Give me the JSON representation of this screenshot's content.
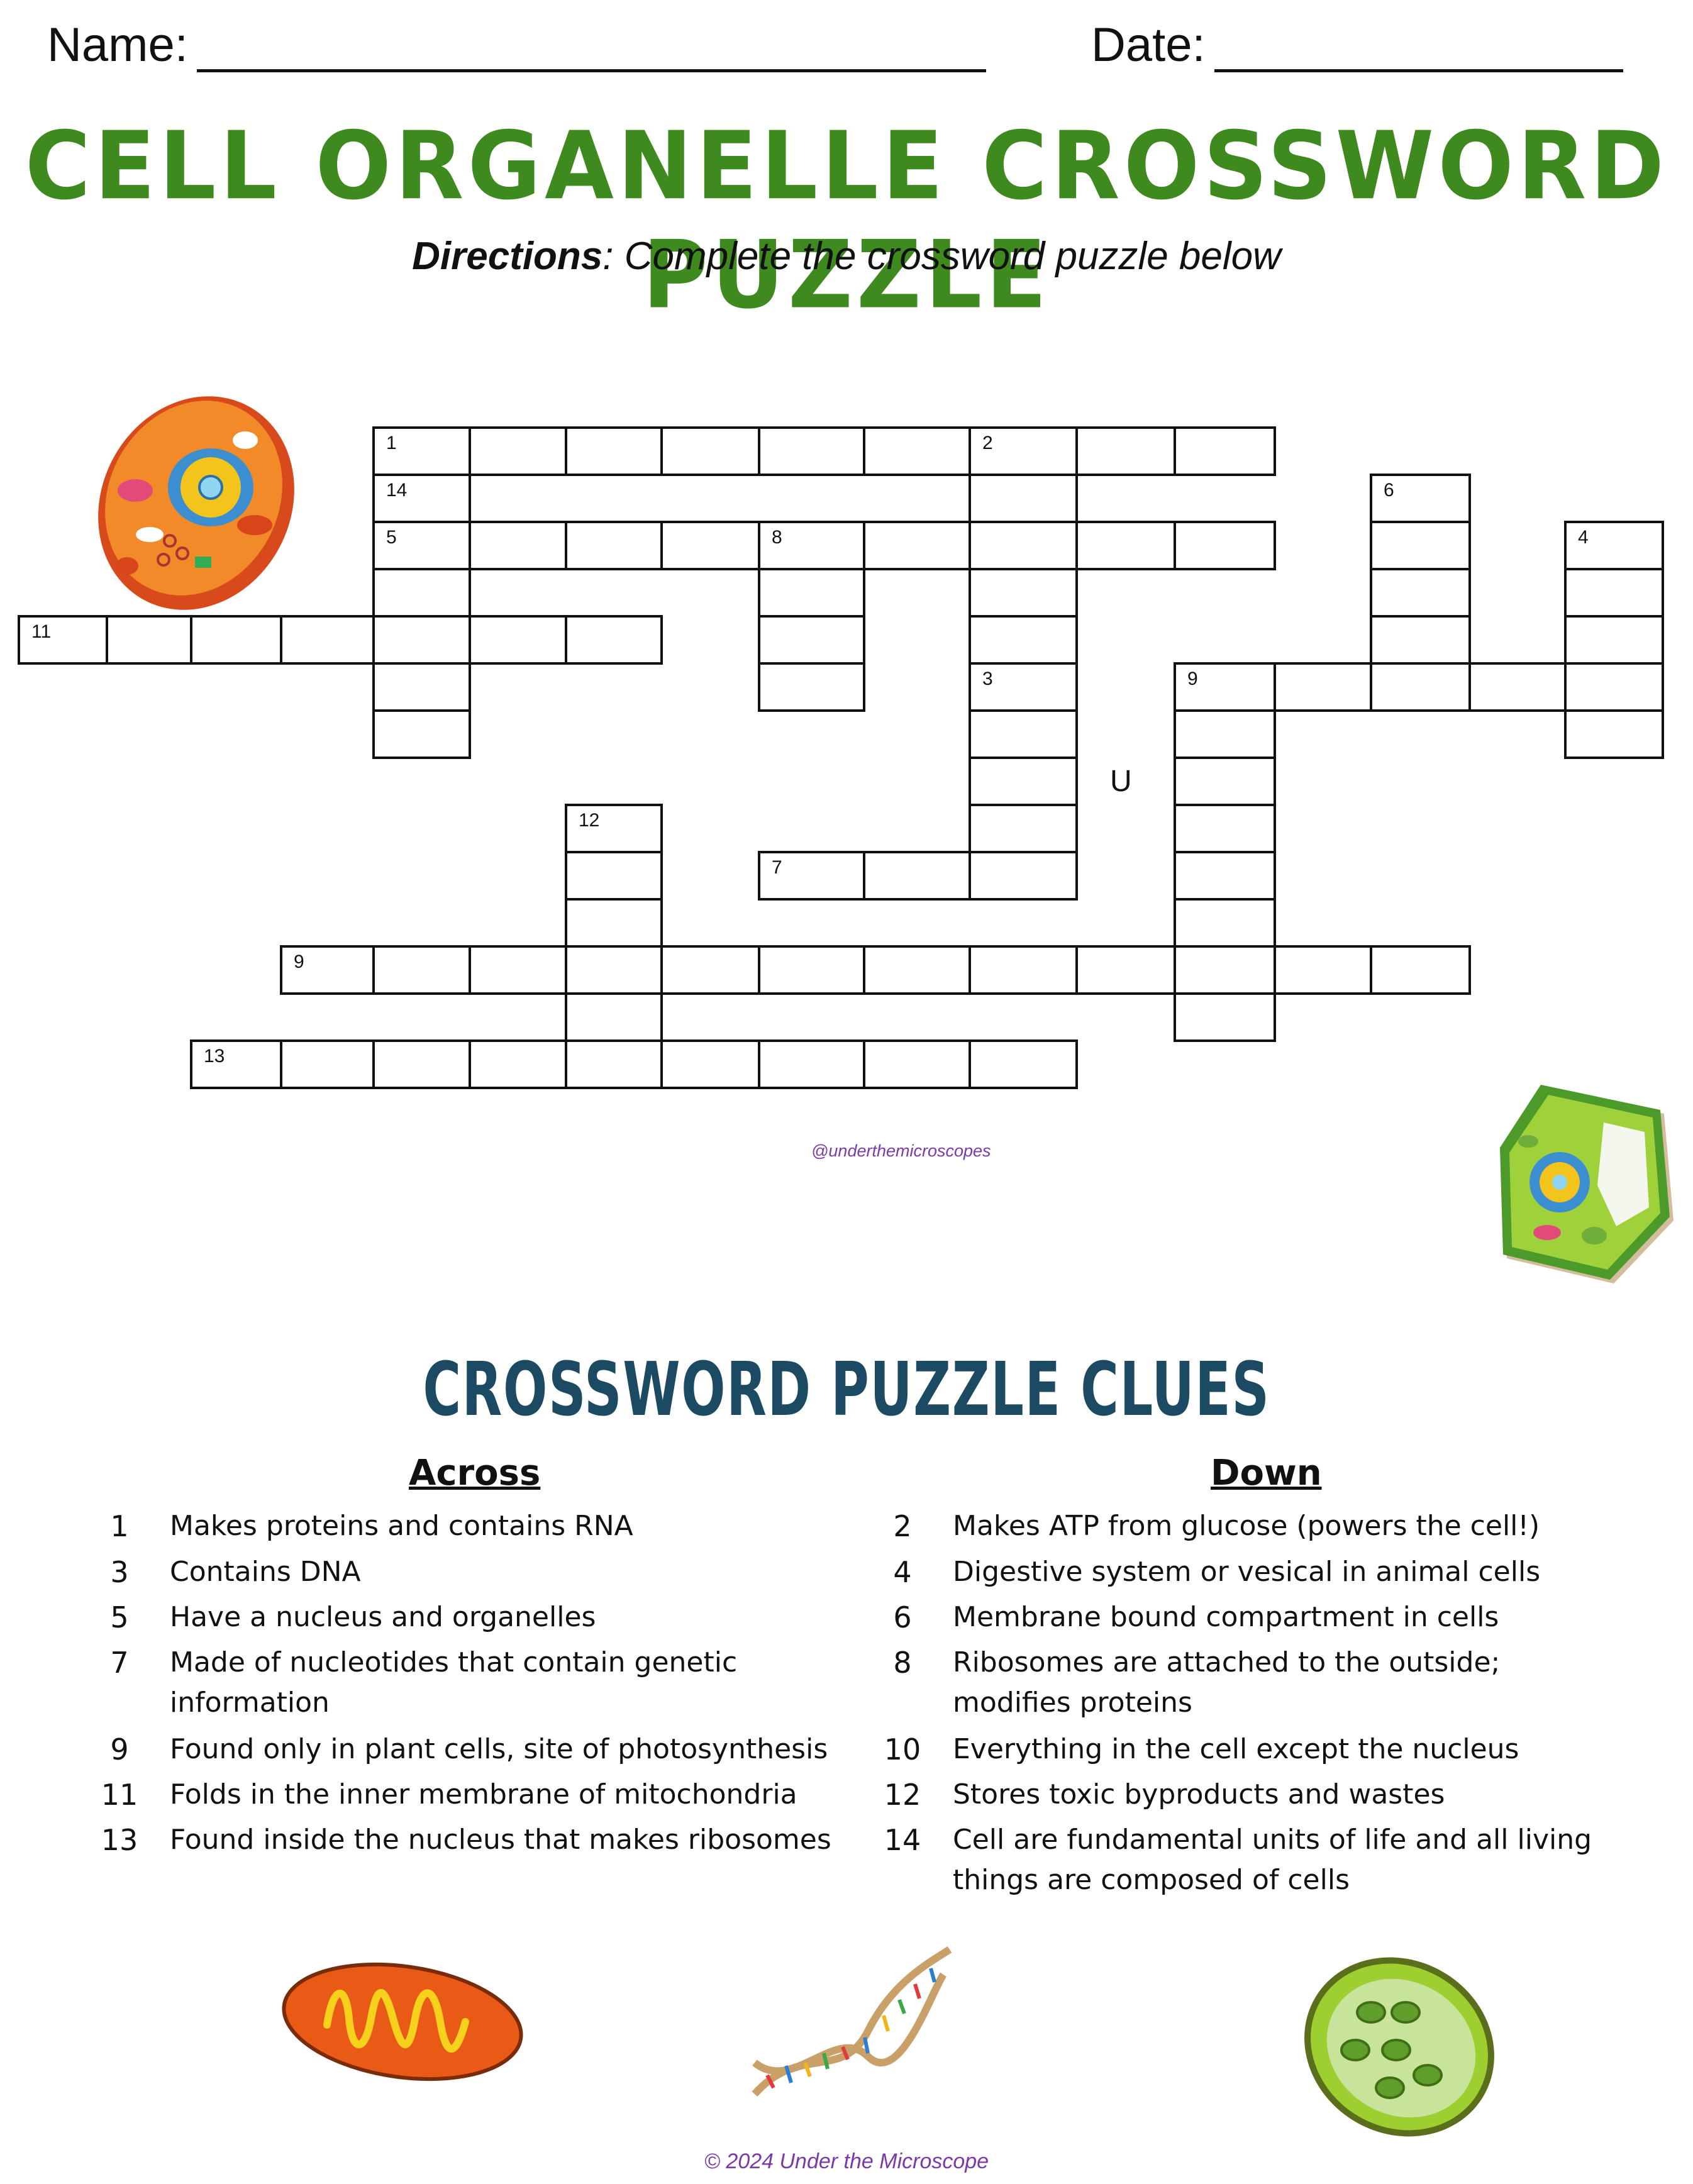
{
  "header": {
    "name_label": "Name:",
    "date_label": "Date:"
  },
  "title": "Cell Organelle Crossword Puzzle",
  "directions": {
    "bold": "Directions",
    "text": ": Complete the crossword puzzle below"
  },
  "watermark": "@underthemicroscopes",
  "stray_letter": "U",
  "clues_title": "CROSSWORD PUZZLE CLUES",
  "across": {
    "heading": "Across",
    "items": [
      {
        "num": "1",
        "text": "Makes proteins and contains RNA"
      },
      {
        "num": "3",
        "text": "Contains DNA"
      },
      {
        "num": "5",
        "text": "Have a nucleus and organelles"
      },
      {
        "num": "7",
        "text": "Made of nucleotides that contain genetic information"
      },
      {
        "num": "9",
        "text": "Found only in plant cells, site of photosynthesis"
      },
      {
        "num": "11",
        "text": "Folds in the inner membrane of mitochondria"
      },
      {
        "num": "13",
        "text": "Found inside the nucleus that makes ribosomes"
      }
    ]
  },
  "down": {
    "heading": "Down",
    "items": [
      {
        "num": "2",
        "text": "Makes ATP from glucose (powers the cell!)"
      },
      {
        "num": "4",
        "text": "Digestive system or vesical in animal cells"
      },
      {
        "num": "6",
        "text": "Membrane bound compartment in cells"
      },
      {
        "num": "8",
        "text": "Ribosomes are attached to the outside; modifies proteins"
      },
      {
        "num": "10",
        "text": "Everything in the cell except the nucleus"
      },
      {
        "num": "12",
        "text": "Stores toxic byproducts and wastes"
      },
      {
        "num": "14",
        "text": "Cell are fundamental units of life and all living things are composed of cells"
      }
    ]
  },
  "grid_numbers": [
    "1",
    "2",
    "14",
    "6",
    "5",
    "8",
    "4",
    "11",
    "3",
    "9",
    "12",
    "7",
    "9",
    "13"
  ],
  "footer": "© 2024 Under the Microscope",
  "colors": {
    "title_green": "#3e8a1f",
    "clues_title_blue": "#1d4a63",
    "purple": "#7a3aa8"
  },
  "icons": [
    "animal-cell-icon",
    "plant-cell-icon",
    "mitochondrion-icon",
    "dna-helix-icon",
    "chloroplast-icon"
  ]
}
